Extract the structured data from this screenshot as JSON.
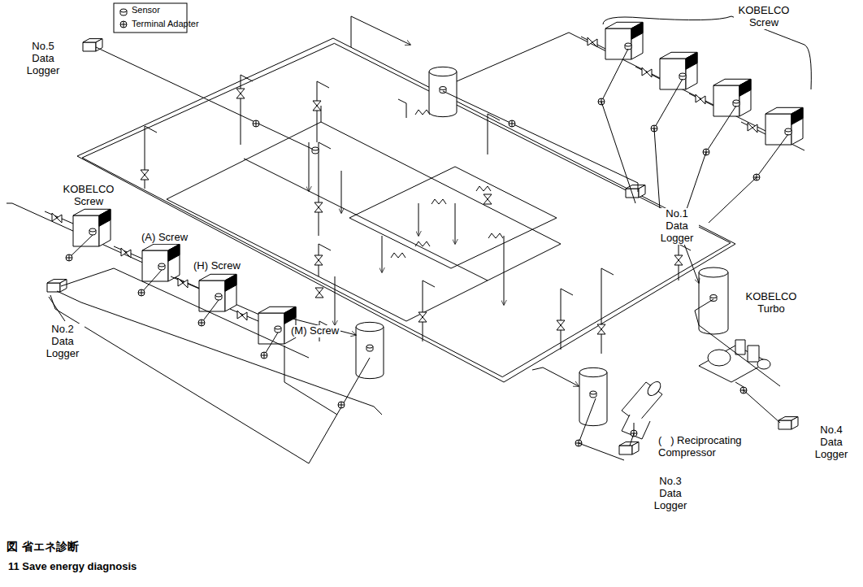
{
  "diagram": {
    "caption": "図 省エネ診断",
    "labels": [
      "KOBELCO Screw",
      "No.5 Data Logger",
      "No.1 Data Logger",
      "KOBELCO Screw",
      "(A) Screw",
      "(H) Screw",
      "(M) Screw",
      "No.2 Data Logger",
      "(   ) Reciprocating Compressor",
      "KOBELCO Turbo",
      "No.4 Data Logger",
      "No.3 Data Logger",
      "11 Save energy diagnosis"
    ],
    "legend": [
      {
        "text": "Sensor"
      },
      {
        "text": "Terminal Adapter"
      }
    ]
  }
}
